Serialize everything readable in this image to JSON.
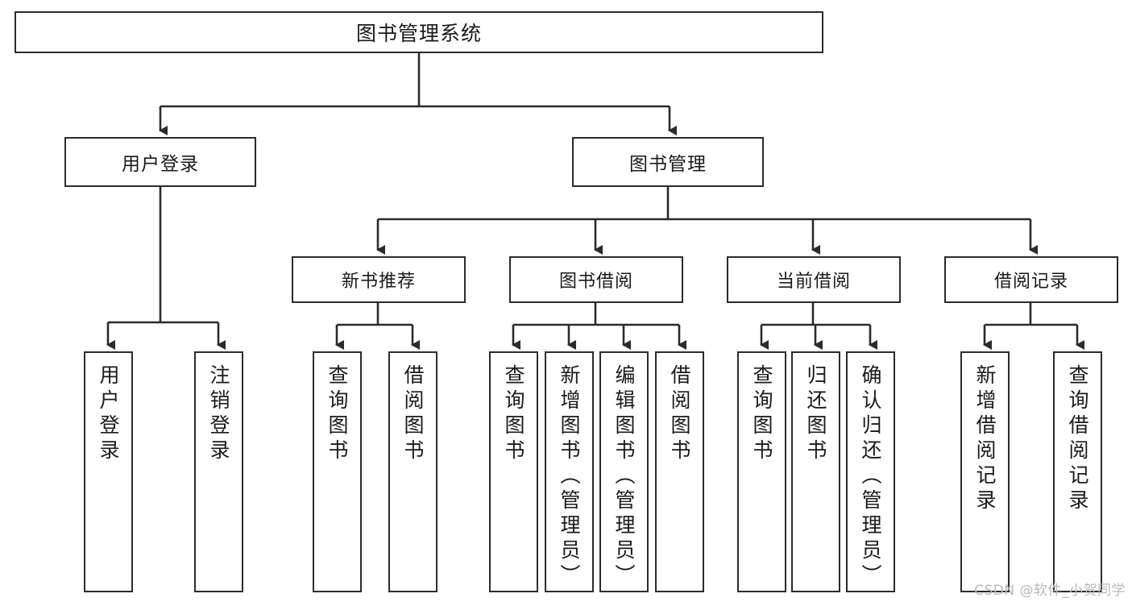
{
  "diagram": {
    "title": "图书管理系统",
    "type": "tree",
    "root": {
      "label": "图书管理系统"
    },
    "level2": [
      {
        "id": "user-login",
        "label": "用户登录"
      },
      {
        "id": "book-management",
        "label": "图书管理"
      }
    ],
    "level3": [
      {
        "id": "new-book-recommend",
        "label": "新书推荐"
      },
      {
        "id": "book-borrow",
        "label": "图书借阅"
      },
      {
        "id": "current-borrow",
        "label": "当前借阅"
      },
      {
        "id": "borrow-record",
        "label": "借阅记录"
      }
    ],
    "leaves": [
      {
        "id": "leaf-user-login",
        "label": "用户登录",
        "parent": "user-login"
      },
      {
        "id": "leaf-logout",
        "label": "注销登录",
        "parent": "user-login"
      },
      {
        "id": "leaf-query-book-1",
        "label": "查询图书",
        "parent": "new-book-recommend"
      },
      {
        "id": "leaf-borrow-book-1",
        "label": "借阅图书",
        "parent": "new-book-recommend"
      },
      {
        "id": "leaf-query-book-2",
        "label": "查询图书",
        "parent": "book-borrow"
      },
      {
        "id": "leaf-add-book",
        "label": "新增图书（管理员）",
        "parent": "book-borrow"
      },
      {
        "id": "leaf-edit-book",
        "label": "编辑图书（管理员）",
        "parent": "book-borrow"
      },
      {
        "id": "leaf-borrow-book-2",
        "label": "借阅图书",
        "parent": "book-borrow"
      },
      {
        "id": "leaf-query-book-3",
        "label": "查询图书",
        "parent": "current-borrow"
      },
      {
        "id": "leaf-return-book",
        "label": "归还图书",
        "parent": "current-borrow"
      },
      {
        "id": "leaf-confirm-return",
        "label": "确认归还（管理员）",
        "parent": "current-borrow"
      },
      {
        "id": "leaf-add-record",
        "label": "新增借阅记录",
        "parent": "borrow-record"
      },
      {
        "id": "leaf-query-record",
        "label": "查询借阅记录",
        "parent": "borrow-record"
      }
    ],
    "colors": {
      "stroke": "#2b2b2b",
      "fill": "#ffffff",
      "text": "#1a1a1a",
      "watermark": "#b9b9b9"
    }
  },
  "watermark": {
    "text": "CSDN @软件_小贺同学"
  }
}
